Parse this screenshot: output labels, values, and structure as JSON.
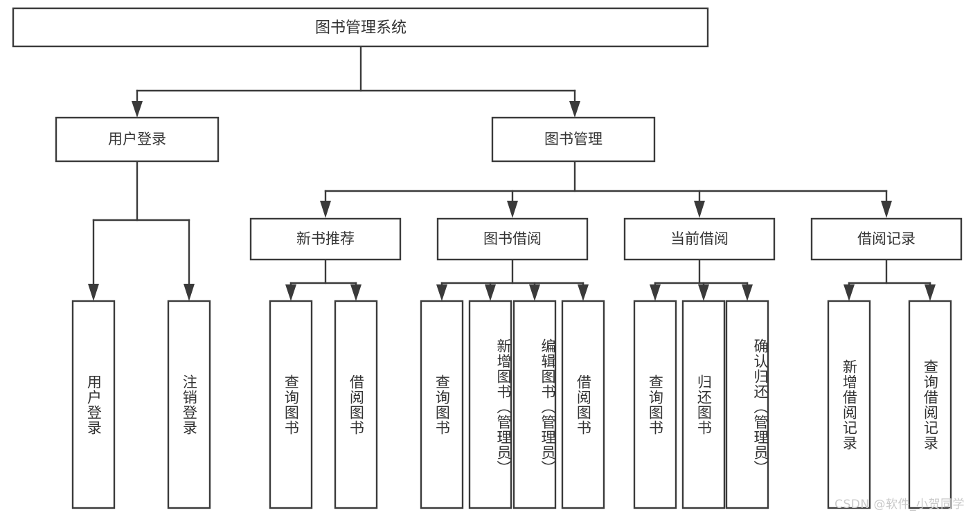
{
  "diagram": {
    "type": "tree-hierarchy",
    "title": "图书管理系统",
    "orientation": "top-down",
    "watermark": "CSDN @软件_小贺同学",
    "colors": {
      "box_stroke": "#3a3a3a",
      "box_fill": "#ffffff",
      "text": "#333333",
      "connector": "#3a3a3a",
      "watermark": "#c9c9c9",
      "background": "#ffffff"
    },
    "levels": {
      "root": {
        "label": "图书管理系统"
      },
      "level2": [
        {
          "label": "用户登录"
        },
        {
          "label": "图书管理"
        }
      ],
      "level3": [
        {
          "label": "新书推荐"
        },
        {
          "label": "图书借阅"
        },
        {
          "label": "当前借阅"
        },
        {
          "label": "借阅记录"
        }
      ],
      "leaves": {
        "user_login": [
          {
            "label": "用户登录"
          },
          {
            "label": "注销登录"
          }
        ],
        "new_book_recommend": [
          {
            "label": "查询图书"
          },
          {
            "label": "借阅图书"
          }
        ],
        "book_borrow": [
          {
            "label": "查询图书"
          },
          {
            "label": "新增图书（管理员）"
          },
          {
            "label": "编辑图书（管理员）"
          },
          {
            "label": "借阅图书"
          }
        ],
        "current_borrow": [
          {
            "label": "查询图书"
          },
          {
            "label": "归还图书"
          },
          {
            "label": "确认归还（管理员）"
          }
        ],
        "borrow_record": [
          {
            "label": "新增借阅记录"
          },
          {
            "label": "查询借阅记录"
          }
        ]
      }
    }
  }
}
